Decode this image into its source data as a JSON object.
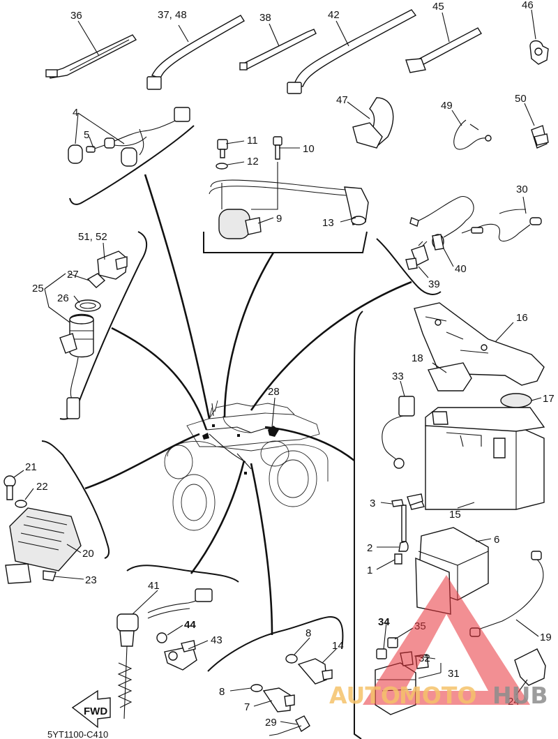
{
  "diagram": {
    "labels": {
      "p36": "36",
      "p37": "37, 48",
      "p38": "38",
      "p42": "42",
      "p45": "45",
      "p46": "46",
      "p47": "47",
      "p49": "49",
      "p50": "50",
      "p4": "4",
      "p5": "5",
      "p11": "11",
      "p10": "10",
      "p12": "12",
      "p9": "9",
      "p13": "13",
      "p30": "30",
      "p40": "40",
      "p39": "39",
      "p51": "51, 52",
      "p27": "27",
      "p25": "25",
      "p26": "26",
      "p28": "28",
      "p16": "16",
      "p18": "18",
      "p17": "17",
      "p33": "33",
      "p15": "15",
      "p21": "21",
      "p22": "22",
      "p20": "20",
      "p23": "23",
      "p3": "3",
      "p6": "6",
      "p2": "2",
      "p1": "1",
      "p41": "41",
      "p44": "44",
      "p43": "43",
      "p8a": "8",
      "p14": "14",
      "p8b": "8",
      "p7": "7",
      "p29": "29",
      "p34": "34",
      "p35": "35",
      "p32": "32",
      "p31": "31",
      "p19": "19",
      "p24": "24"
    },
    "fwd_label": "FWD",
    "diagram_code": "5YT1100-C410"
  },
  "watermark": {
    "brand_part1": "AUTO",
    "brand_part2": "MOTO",
    "brand_part3": "HUB",
    "color_triangle": "#e8333a",
    "color_accent": "#f5a623",
    "color_gray": "#8d8d8d"
  }
}
